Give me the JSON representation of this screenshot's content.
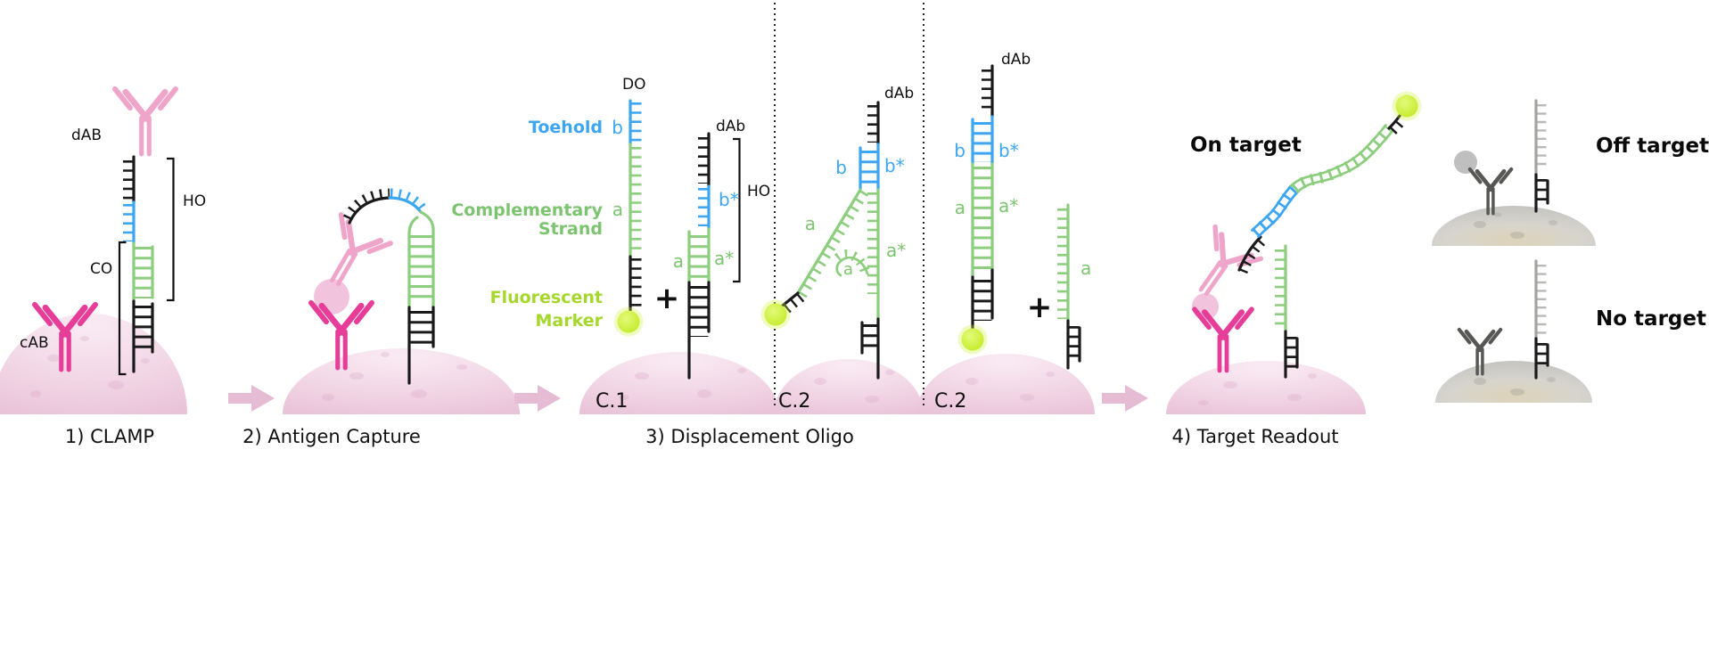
{
  "colors": {
    "toehold_blue": "#3da6f2",
    "strand_green": "#8ccd7e",
    "marker_yellow_green": "#c3ee2c",
    "detection_antibody_pink": "#efa4c9",
    "capture_antibody_pink": "#e63d98",
    "cell_pink": "#f2d7e6",
    "off_target_gray": "#575756",
    "arrow_pink": "#e6bcd4"
  },
  "step_labels": {
    "step1": "1) CLAMP",
    "step2": "2) Antigen Capture",
    "step3": "3) Displacement Oligo",
    "step4": "4) Target Readout"
  },
  "panel1": {
    "dab": "dAB",
    "cab": "cAB",
    "ho": "HO",
    "co": "CO"
  },
  "legend": {
    "toehold": "Toehold",
    "complementary_line1": "Complementary",
    "complementary_line2": "Strand",
    "fluorescent_line1": "Fluorescent",
    "fluorescent_line2": "Marker"
  },
  "panel3": {
    "do_label": "DO",
    "dab": "dAb",
    "ho": "HO",
    "plus": "+",
    "c1": "C.1",
    "c2": "C.2",
    "b": "b",
    "b_star": "b*",
    "a": "a",
    "a_star": "a*"
  },
  "outcomes": {
    "on_target": "On target",
    "off_target": "Off target",
    "no_target": "No target"
  }
}
